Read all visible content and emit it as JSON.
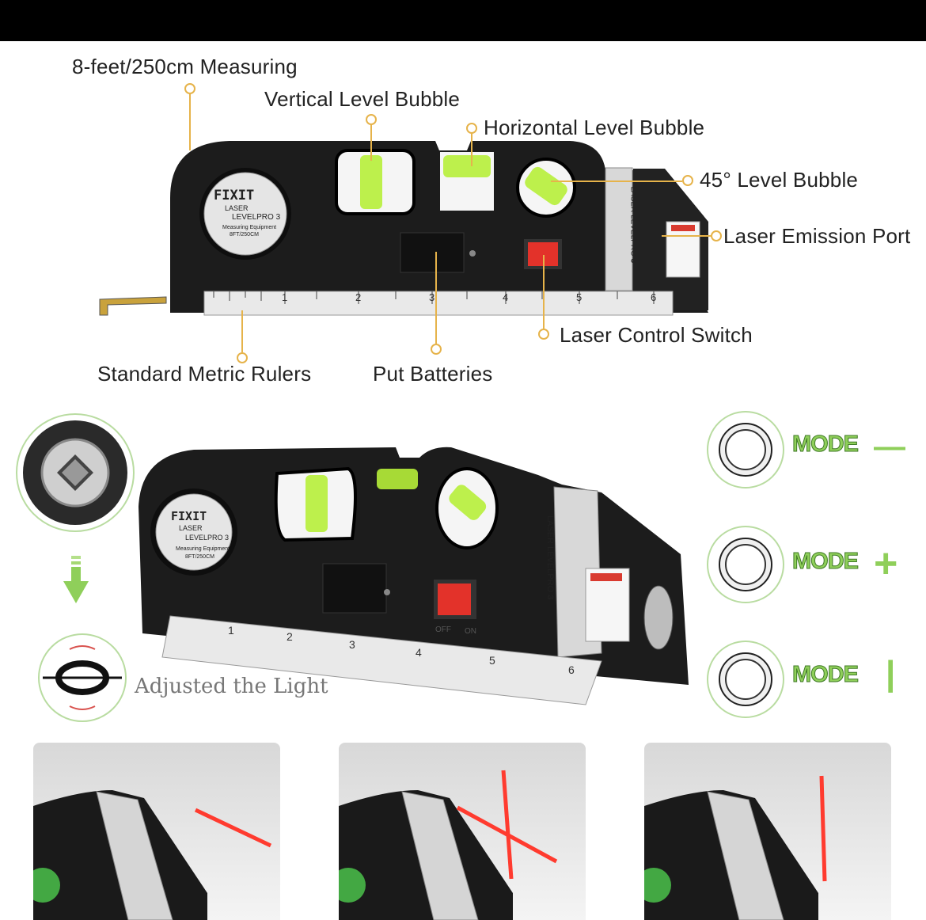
{
  "callouts": {
    "measuring": "8-feet/250cm Measuring",
    "vertical": "Vertical Level Bubble",
    "horizontal": "Horizontal Level Bubble",
    "deg45": "45° Level Bubble",
    "laser_port": "Laser Emission Port",
    "switch": "Laser Control Switch",
    "rulers": "Standard Metric Rulers",
    "batteries": "Put Batteries"
  },
  "device": {
    "brand": "FIXIT",
    "line1": "LASER",
    "line2": "LEVELPRO 3",
    "line3": "Measuring Equipment",
    "line4": "8FT/250CM",
    "side_line1": "LASER",
    "side_line2": "LEVELPRO",
    "side_num": "3",
    "ruler_ticks": [
      "1",
      "2",
      "3",
      "4",
      "5",
      "6"
    ],
    "switch_labels": [
      "OFF",
      "ON"
    ]
  },
  "adjust": {
    "caption": "Adjusted the Light"
  },
  "modes": [
    {
      "label": "MODE",
      "symbol": "—"
    },
    {
      "label": "MODE",
      "symbol": "+"
    },
    {
      "label": "MODE",
      "symbol": "|"
    }
  ],
  "colors": {
    "accent_green": "#8fcf5a",
    "callout_gold": "#e6b34a",
    "laser_red": "#ff3b2f"
  }
}
